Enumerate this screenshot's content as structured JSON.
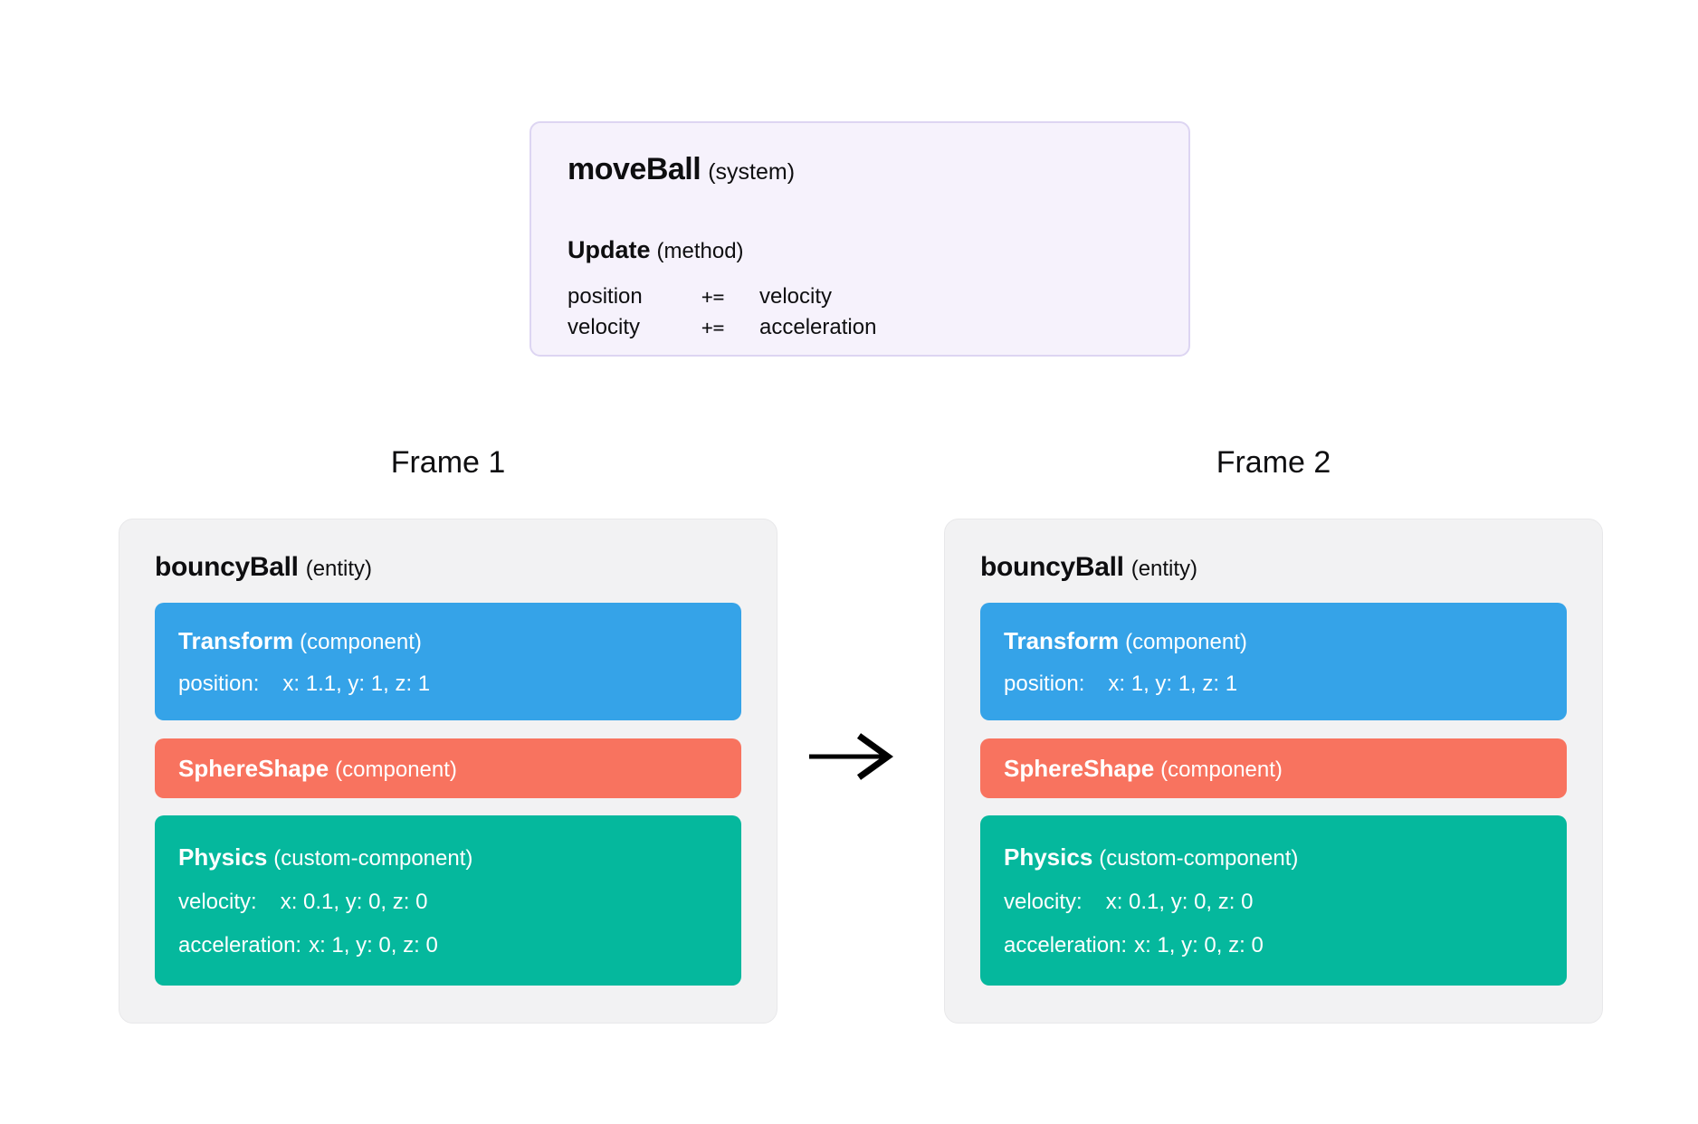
{
  "system_card": {
    "title": "moveBall",
    "title_suffix": "(system)",
    "method_title": "Update",
    "method_suffix": "(method)",
    "code": [
      {
        "lhs": "position",
        "op": "+=",
        "rhs": "velocity"
      },
      {
        "lhs": "velocity",
        "op": "+=",
        "rhs": "acceleration"
      }
    ]
  },
  "frames": [
    {
      "label": "Frame 1",
      "entity": {
        "name": "bouncyBall",
        "suffix": "(entity)",
        "components": [
          {
            "name": "Transform",
            "suffix": "(component)",
            "rows": [
              {
                "label": "position:",
                "value": "x: 1.1, y: 1, z: 1"
              }
            ]
          },
          {
            "name": "SphereShape",
            "suffix": "(component)",
            "rows": []
          },
          {
            "name": "Physics",
            "suffix": "(custom-component)",
            "rows": [
              {
                "label": "velocity:",
                "value": "x: 0.1, y: 0, z: 0"
              },
              {
                "label": "acceleration:",
                "value": "x: 1, y: 0, z: 0"
              }
            ]
          }
        ]
      }
    },
    {
      "label": "Frame 2",
      "entity": {
        "name": "bouncyBall",
        "suffix": "(entity)",
        "components": [
          {
            "name": "Transform",
            "suffix": "(component)",
            "rows": [
              {
                "label": "position:",
                "value": "x: 1, y: 1, z: 1"
              }
            ]
          },
          {
            "name": "SphereShape",
            "suffix": "(component)",
            "rows": []
          },
          {
            "name": "Physics",
            "suffix": "(custom-component)",
            "rows": [
              {
                "label": "velocity:",
                "value": "x: 0.1, y: 0, z: 0"
              },
              {
                "label": "acceleration:",
                "value": "x: 1, y: 0, z: 0"
              }
            ]
          }
        ]
      }
    }
  ],
  "colors": {
    "system_card_bg": "#f6f2fc",
    "system_card_border": "#ddd5f2",
    "entity_card_bg": "#f2f2f3",
    "transform_component": "#35a3e8",
    "sphereshape_component": "#f8735f",
    "physics_component": "#05b89d",
    "arrow": "#000000"
  }
}
